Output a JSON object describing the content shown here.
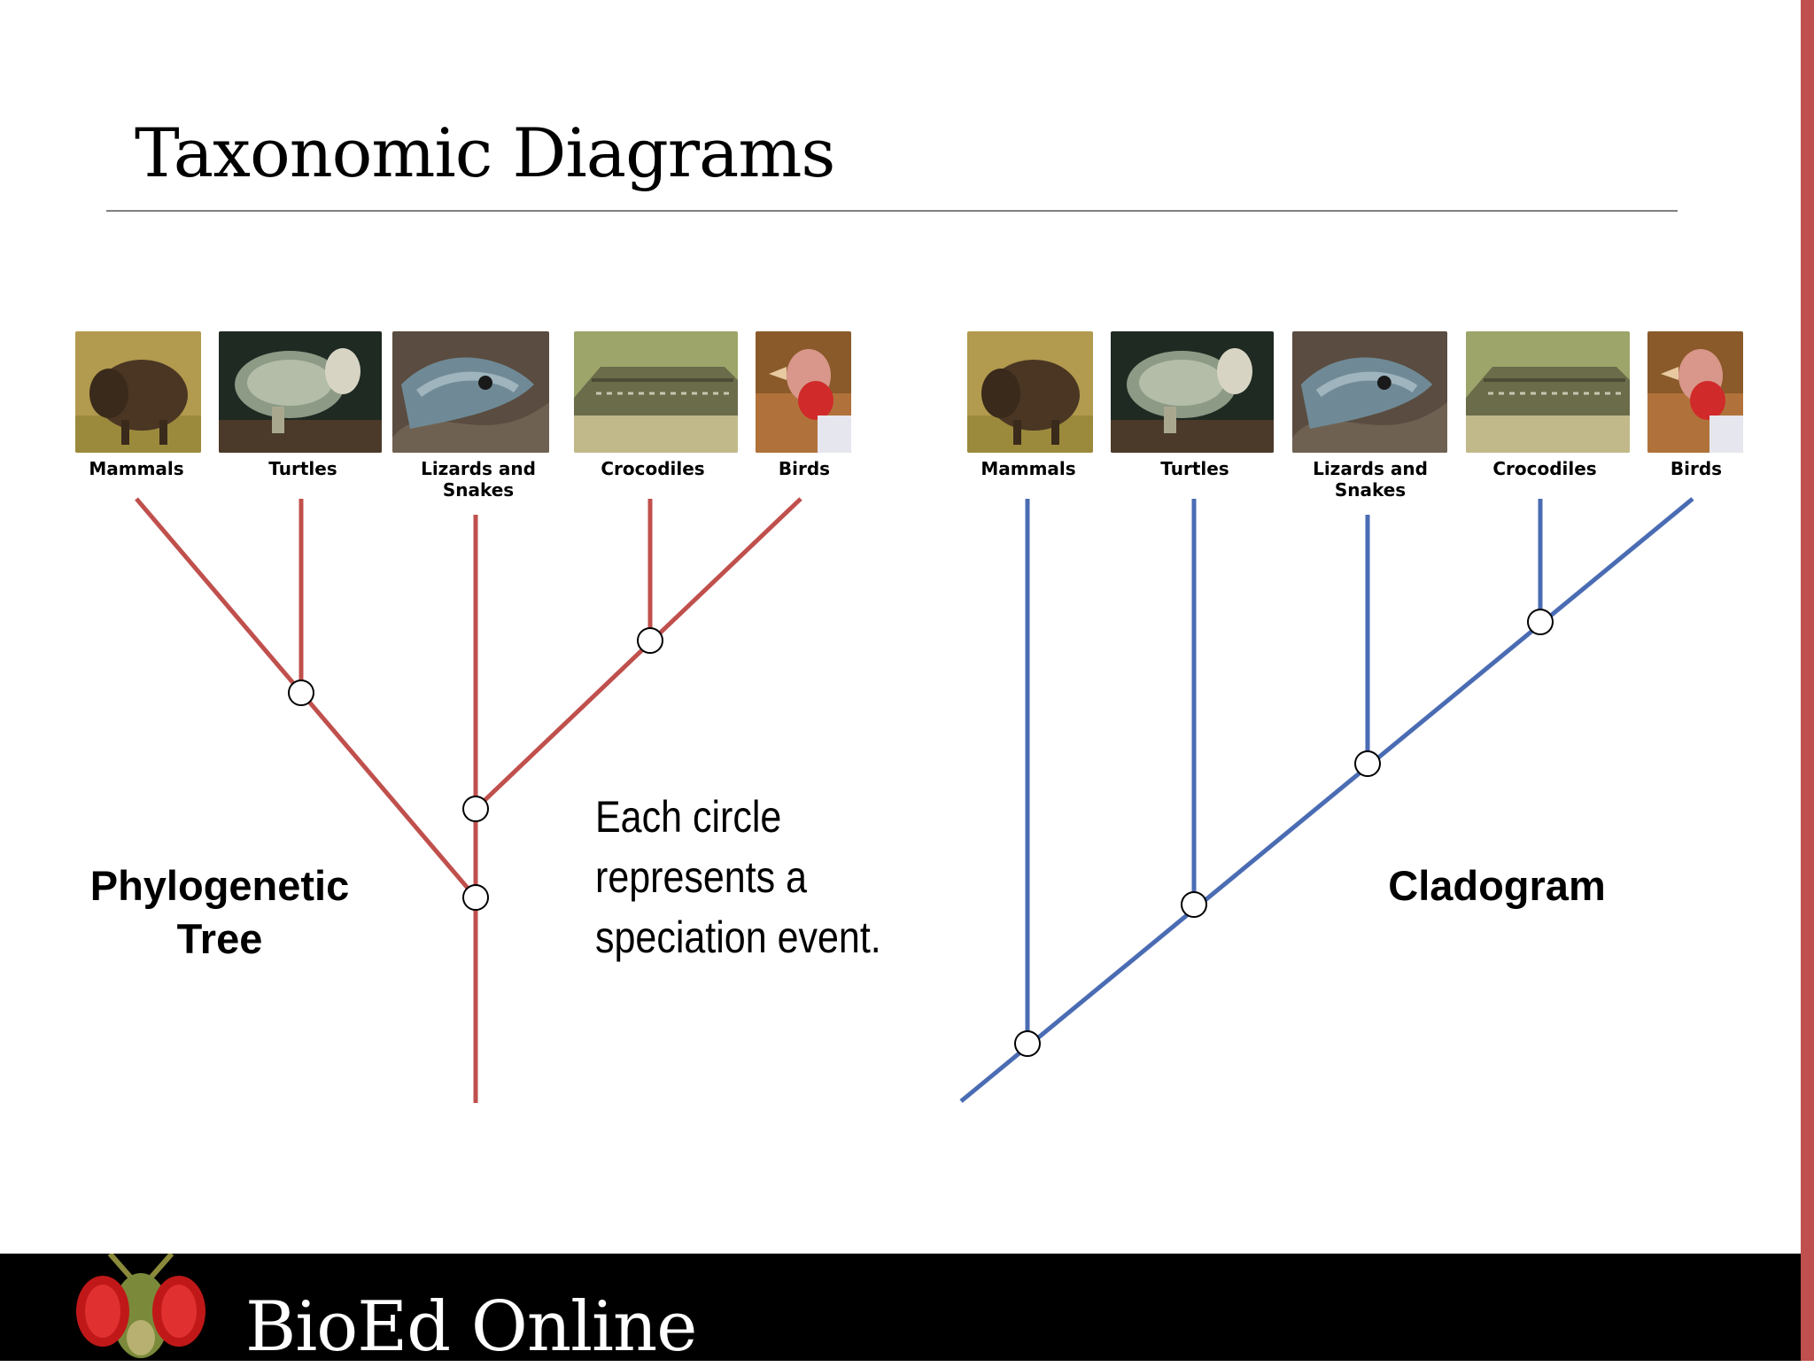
{
  "slide": {
    "title": "Taxonomic Diagrams",
    "note": "Each circle represents a speciation event.",
    "footer_brand": "BioEd Online"
  },
  "taxa": [
    "Mammals",
    "Turtles",
    "Lizards and\nSnakes",
    "Crocodiles",
    "Birds"
  ],
  "phylogenetic_tree": {
    "label": "Phylogenetic\nTree",
    "line_color": "#c0504d"
  },
  "cladogram": {
    "label": "Cladogram",
    "line_color": "#4a6cb3"
  },
  "colors": {
    "accent_bar": "#c0504d",
    "footer_bg": "#000000",
    "footer_text": "#ffffff",
    "node_fill": "#ffffff"
  }
}
